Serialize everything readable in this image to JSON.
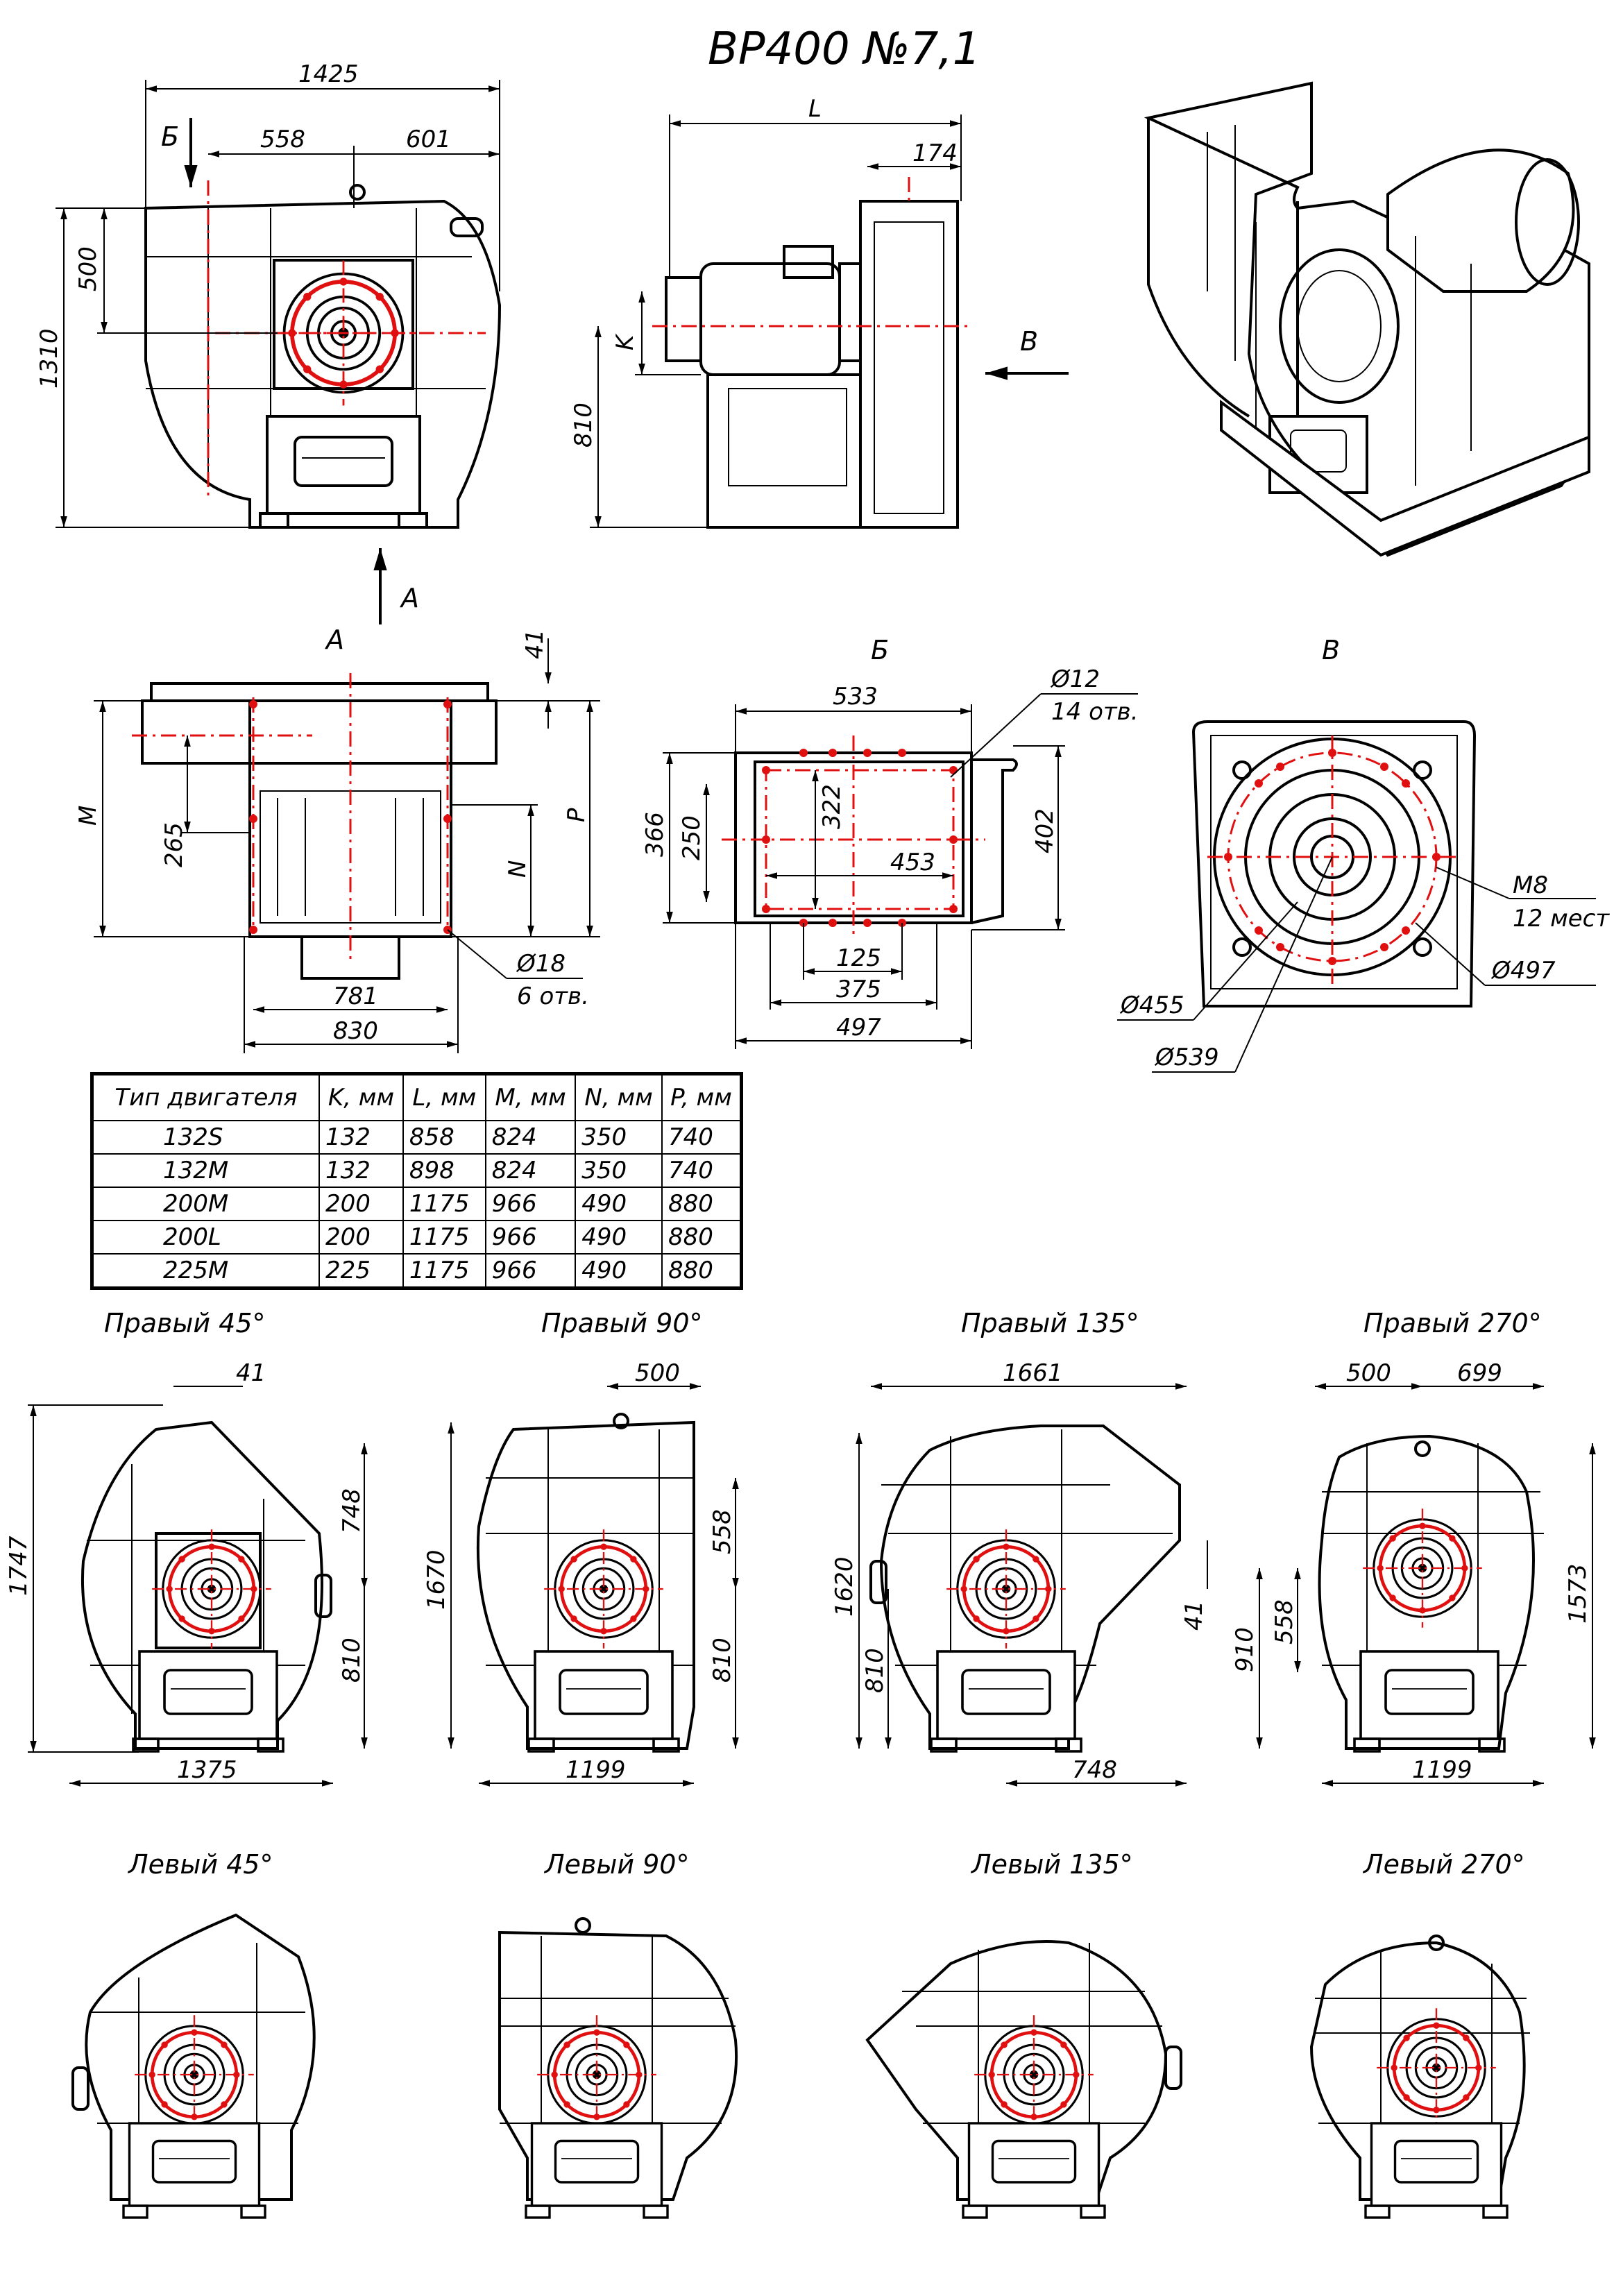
{
  "title": "ВР400 №7,1",
  "top_view": {
    "dim_total": "1425",
    "dim_left": "558",
    "dim_right": "601",
    "dim_height_total": "1310",
    "dim_inlet": "500",
    "arrow_b": "Б",
    "arrow_a": "А"
  },
  "side_view": {
    "dim_L": "L",
    "dim_174": "174",
    "dim_810": "810",
    "dim_K": "K",
    "arrow_v": "В"
  },
  "section_a": {
    "label": "А",
    "dim_41": "41",
    "dim_M": "M",
    "dim_P": "P",
    "dim_N": "N",
    "dim_265": "265",
    "dim_781": "781",
    "dim_830": "830",
    "hole_dia": "Ø18",
    "hole_count": "6 отв."
  },
  "section_b": {
    "label": "Б",
    "dim_533": "533",
    "hole_dia": "Ø12",
    "hole_count": "14 отв.",
    "dim_366": "366",
    "dim_250": "250",
    "dim_322": "322",
    "dim_453": "453",
    "dim_402": "402",
    "dim_125": "125",
    "dim_375": "375",
    "dim_497": "497"
  },
  "section_v": {
    "label": "В",
    "thread": "M8",
    "thread_count": "12 мест",
    "dia_497": "Ø497",
    "dia_455": "Ø455",
    "dia_539": "Ø539"
  },
  "motor_table": {
    "headers": [
      "Тип двигателя",
      "K, мм",
      "L, мм",
      "M, мм",
      "N, мм",
      "P, мм"
    ],
    "rows": [
      [
        "132S",
        "132",
        "858",
        "824",
        "350",
        "740"
      ],
      [
        "132M",
        "132",
        "898",
        "824",
        "350",
        "740"
      ],
      [
        "200M",
        "200",
        "1175",
        "966",
        "490",
        "880"
      ],
      [
        "200L",
        "200",
        "1175",
        "966",
        "490",
        "880"
      ],
      [
        "225M",
        "225",
        "1175",
        "966",
        "490",
        "880"
      ]
    ]
  },
  "right_views": [
    {
      "title": "Правый 45°",
      "dims": [
        "41",
        "1747",
        "748",
        "810",
        "1375"
      ]
    },
    {
      "title": "Правый 90°",
      "dims": [
        "500",
        "1670",
        "558",
        "810",
        "1199"
      ]
    },
    {
      "title": "Правый 135°",
      "dims": [
        "1661",
        "1620",
        "810",
        "41",
        "748"
      ]
    },
    {
      "title": "Правый 270°",
      "dims": [
        "500",
        "699",
        "910",
        "558",
        "1573",
        "1199"
      ]
    }
  ],
  "left_views": [
    {
      "title": "Левый 45°"
    },
    {
      "title": "Левый 90°"
    },
    {
      "title": "Левый 135°"
    },
    {
      "title": "Левый 270°"
    }
  ],
  "colors": {
    "line": "#000000",
    "axis": "#e01010",
    "background": "#ffffff"
  }
}
